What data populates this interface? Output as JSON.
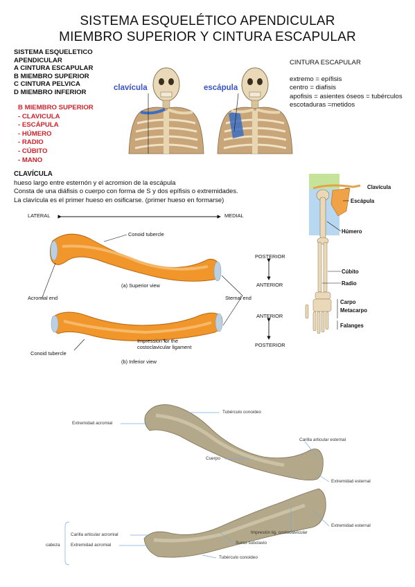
{
  "title": {
    "line1": "SISTEMA ESQUELÉTICO APENDICULAR",
    "line2": "MIEMBRO SUPERIOR Y CINTURA ESCAPULAR"
  },
  "outline": [
    "SISTEMA ESQUELETICO",
    "APENDICULAR",
    "A CINTURA ESCAPULAR",
    "B MIEMBRO SUPERIOR",
    "C CINTURA PELVICA",
    "D MIEMBRO INFERIOR"
  ],
  "subsection": {
    "heading": "B MIEMBRO SUPERIOR",
    "items": [
      "- CLAVICULA",
      "- ESCÁPULA",
      "- HÚMERO",
      "- RADIO",
      "- CÚBITO",
      "- MANO"
    ]
  },
  "skeleton_labels": {
    "clavicula": "clavícula",
    "escapula": "escápula"
  },
  "cintura": {
    "heading": "CINTURA ESCAPULAR",
    "lines": [
      "extremo = epífisis",
      "centro = diafisis",
      "apofisis = asientes óseos = tubérculos",
      "escotaduras =metidos"
    ]
  },
  "clavicula_text": {
    "heading": "CLAVÍCULA",
    "lines": [
      "hueso largo entre esternón y el acromion de la escápula",
      "Consta de una diáfisis o cuerpo con forma de S y dos epífisis o extremidades.",
      "La clavícula es el primer hueso en osificarse. (primer hueso en formarse)"
    ]
  },
  "diagram": {
    "lateral": "LATERAL",
    "medial": "MEDIAL",
    "conoid_top": "Conoid tubercle",
    "superior_view": "(a) Superior view",
    "acromial_end": "Acromial end",
    "sternal_end": "Sternal end",
    "posterior_top": "POSTERIOR",
    "anterior_top": "ANTERIOR",
    "anterior_bottom": "ANTERIOR",
    "posterior_bottom": "POSTERIOR",
    "impression_line1": "Impression for the",
    "impression_line2": "costoclavicular ligament",
    "conoid_bottom": "Conoid tubercle",
    "inferior_view": "(b) Inferior view"
  },
  "arm_labels": {
    "clavicula": "Clavícula",
    "escapula": "Escápula",
    "humero": "Húmero",
    "cubito": "Cúbito",
    "radio": "Radio",
    "carpo": "Carpo",
    "metacarpo": "Metacarpo",
    "falanges": "Falanges"
  },
  "photo_labels": {
    "tuberculo_conoideo_top": "Tubérculo conoideo",
    "extremidad_acromial_top": "Extremidad acromial",
    "carilla_esternal": "Carilla articular esternal",
    "cuerpo": "Cuerpo",
    "extremidad_esternal_top": "Extremidad esternal",
    "extremidad_esternal_bottom": "Extremidad esternal",
    "impresion": "Impresión lig. costoclavicular",
    "carilla_acromial": "Carilla articular acromial",
    "extremidad_acromial_bottom": "Extremidad acromial",
    "cabeza": "cabeza",
    "surco_subclavio": "Surco subclavio",
    "tuberculo_conoideo_bottom": "Tubérculo conoideo"
  },
  "colors": {
    "accent_red": "#d0202a",
    "label_blue": "#3a52c9",
    "bone_orange": "#f0962a",
    "bone_tan": "#b3a88a",
    "highlight_green": "#c6e39a",
    "highlight_blue": "#b8d8f2",
    "leader_blue": "#7aaad8"
  }
}
